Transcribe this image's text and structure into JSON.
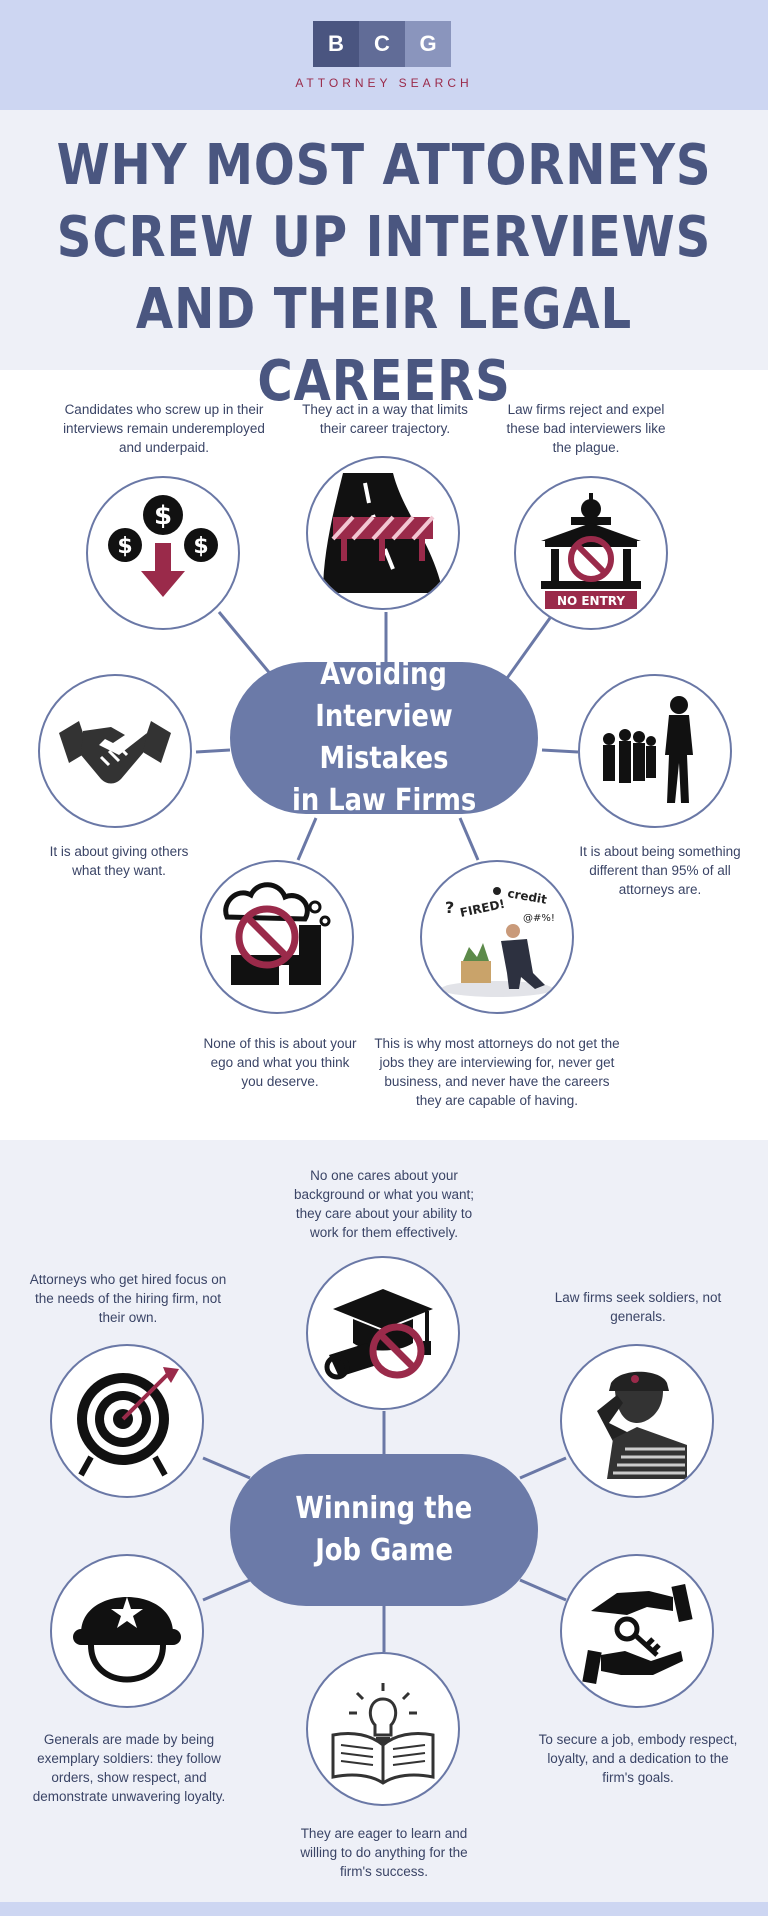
{
  "brand": {
    "letters": [
      "B",
      "C",
      "G"
    ],
    "letter_colors": [
      "#4a5580",
      "#616c97",
      "#8a95bd"
    ],
    "subtitle": "ATTORNEY SEARCH"
  },
  "title": {
    "lines": [
      "WHY MOST ATTORNEYS",
      "SCREW UP INTERVIEWS",
      "AND THEIR LEGAL CAREERS"
    ]
  },
  "section1": {
    "hub_lines": [
      "Avoiding",
      "Interview Mistakes",
      "in Law Firms"
    ],
    "items": [
      {
        "icon": "money-down-icon",
        "caption": "Candidates who screw up in their interviews remain underemployed and underpaid."
      },
      {
        "icon": "road-barrier-icon",
        "caption": "They act in a way that limits their career trajectory."
      },
      {
        "icon": "no-entry-building-icon",
        "caption": "Law firms reject and expel these bad interviewers like the plague."
      },
      {
        "icon": "handshake-icon",
        "caption": "It is about giving others what they want."
      },
      {
        "icon": "standout-person-icon",
        "caption": "It is about being something different than 95% of all attorneys are."
      },
      {
        "icon": "no-ego-icon",
        "caption": "None of this is about your ego and what you think you deserve."
      },
      {
        "icon": "fired-person-icon",
        "caption": "This is why most attorneys do not get the jobs they are interviewing for, never get business, and never have the careers they are capable of having."
      }
    ],
    "icon_text": {
      "no_entry": "NO ENTRY",
      "fired": "FIRED!",
      "credit": "credit",
      "swear": "@#%!"
    }
  },
  "section2": {
    "hub_lines": [
      "Winning the",
      "Job Game"
    ],
    "items": [
      {
        "icon": "no-graduation-icon",
        "caption": "No one cares about your background or what you want; they care about your ability to work for them effectively."
      },
      {
        "icon": "target-icon",
        "caption": "Attorneys who get hired focus on the needs of the hiring firm, not their own."
      },
      {
        "icon": "saluting-soldier-icon",
        "caption": "Law firms seek soldiers, not generals."
      },
      {
        "icon": "army-helmet-icon",
        "caption": "Generals are made by being exemplary soldiers: they follow orders, show respect, and demonstrate unwavering loyalty."
      },
      {
        "icon": "key-handover-icon",
        "caption": "To secure a job, embody respect, loyalty, and a dedication to the firm's goals."
      },
      {
        "icon": "book-lightbulb-icon",
        "caption": "They are eager to learn and willing to do anything for the firm's success."
      }
    ]
  },
  "colors": {
    "header_bg": "#cdd6f2",
    "title_bg": "#eef0f7",
    "title_text": "#4a5680",
    "hub": "#6b7aa8",
    "accent": "#9a2a4a",
    "circle_border": "#6a78a6"
  }
}
